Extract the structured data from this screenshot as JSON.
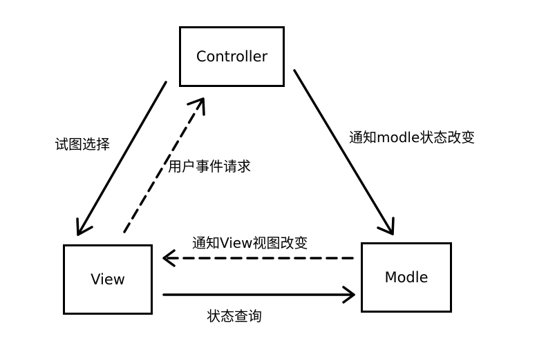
{
  "nodes": {
    "controller": "Controller",
    "view": "View",
    "modle": "Modle"
  },
  "edges": {
    "controller_to_view": "试图选择",
    "view_to_controller": "用户事件请求",
    "controller_to_modle": "通知modle状态改变",
    "modle_to_view": "通知View视图改变",
    "view_to_modle": "状态查询"
  }
}
